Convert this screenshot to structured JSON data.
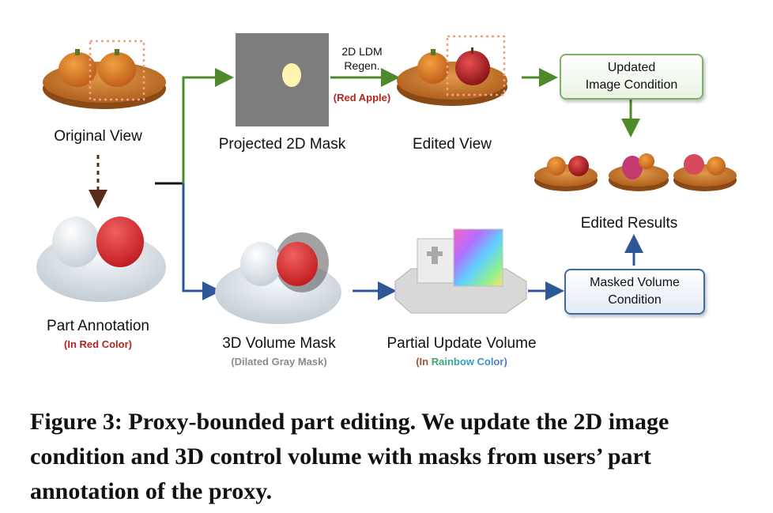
{
  "figure": {
    "original_view": "Original View",
    "part_annotation": "Part Annotation",
    "part_annotation_note": "(In Red Color)",
    "projected_2d_mask": "Projected 2D Mask",
    "ldm_regen_line1": "2D LDM",
    "ldm_regen_line2": "Regen.",
    "red_apple_note": "(Red Apple)",
    "edited_view": "Edited View",
    "updated_condition_line1": "Updated",
    "updated_condition_line2": "Image Condition",
    "edited_results": "Edited Results",
    "volume_mask": "3D Volume Mask",
    "volume_mask_note": "(Dilated Gray Mask)",
    "partial_update_volume": "Partial Update Volume",
    "rainbow_note_prefix": "(In ",
    "rainbow_note_word": "Rainbow Color",
    "rainbow_note_suffix": ")",
    "masked_volume_line1": "Masked Volume",
    "masked_volume_line2": "Condition"
  },
  "caption": {
    "text": "Figure 3: Proxy-bounded part editing. We update the 2D image condition and 3D control volume with masks from users’ part annotation of the proxy."
  },
  "colors": {
    "green_arrow": "#4e8a2c",
    "blue_arrow": "#2d5797",
    "brown_arrow": "#5a2a1a",
    "red_note": "#b3261e",
    "gray_note": "#8a8a8a"
  }
}
